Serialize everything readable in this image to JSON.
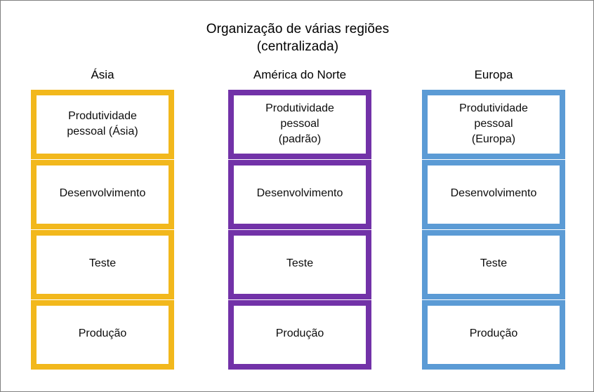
{
  "diagram": {
    "title_lines": [
      "Organização de várias regiões",
      "(centralizada)"
    ],
    "columns": [
      {
        "header": "Ásia",
        "accent_color": "#F2B81C",
        "boxes": [
          {
            "lines": [
              "Produtividade",
              "pessoal (Ásia)"
            ]
          },
          {
            "lines": [
              "Desenvolvimento"
            ]
          },
          {
            "lines": [
              "Teste"
            ]
          },
          {
            "lines": [
              "Produção"
            ]
          }
        ]
      },
      {
        "header": "América do Norte",
        "accent_color": "#7232A8",
        "boxes": [
          {
            "lines": [
              "Produtividade",
              "pessoal",
              "(padrão)"
            ]
          },
          {
            "lines": [
              "Desenvolvimento"
            ]
          },
          {
            "lines": [
              "Teste"
            ]
          },
          {
            "lines": [
              "Produção"
            ]
          }
        ]
      },
      {
        "header": "Europa",
        "accent_color": "#5B9BD5",
        "boxes": [
          {
            "lines": [
              "Produtividade",
              "pessoal",
              "(Europa)"
            ]
          },
          {
            "lines": [
              "Desenvolvimento"
            ]
          },
          {
            "lines": [
              "Teste"
            ]
          },
          {
            "lines": [
              "Produção"
            ]
          }
        ]
      }
    ]
  }
}
